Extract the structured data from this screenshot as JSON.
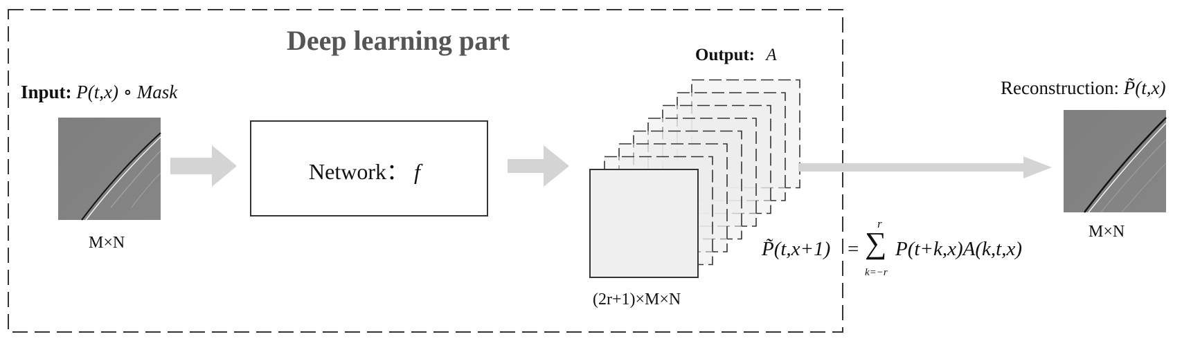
{
  "section_title": "Deep learning part",
  "input": {
    "label_bold": "Input:",
    "label_math": "P(t,x) ∘ Mask",
    "dims": "M×N"
  },
  "network": {
    "label": "Network：",
    "symbol": "f"
  },
  "output": {
    "label_bold": "Output:",
    "symbol": "A",
    "dims": "(2r+1)×M×N"
  },
  "reconstruction": {
    "label": "Reconstruction:",
    "symbol": "P̃(t,x)",
    "dims": "M×N"
  },
  "formula": {
    "lhs": "P̃(t,x+1)",
    "equals": "=",
    "sum_upper": "r",
    "sum_lower": "k=−r",
    "sigma": "∑",
    "rhs": "P(t+k,x)A(k,t,x)"
  },
  "colors": {
    "arrow": "#d4d4d4",
    "stroke": "#333333",
    "title": "#555555",
    "layer_fill": "#ececec"
  }
}
